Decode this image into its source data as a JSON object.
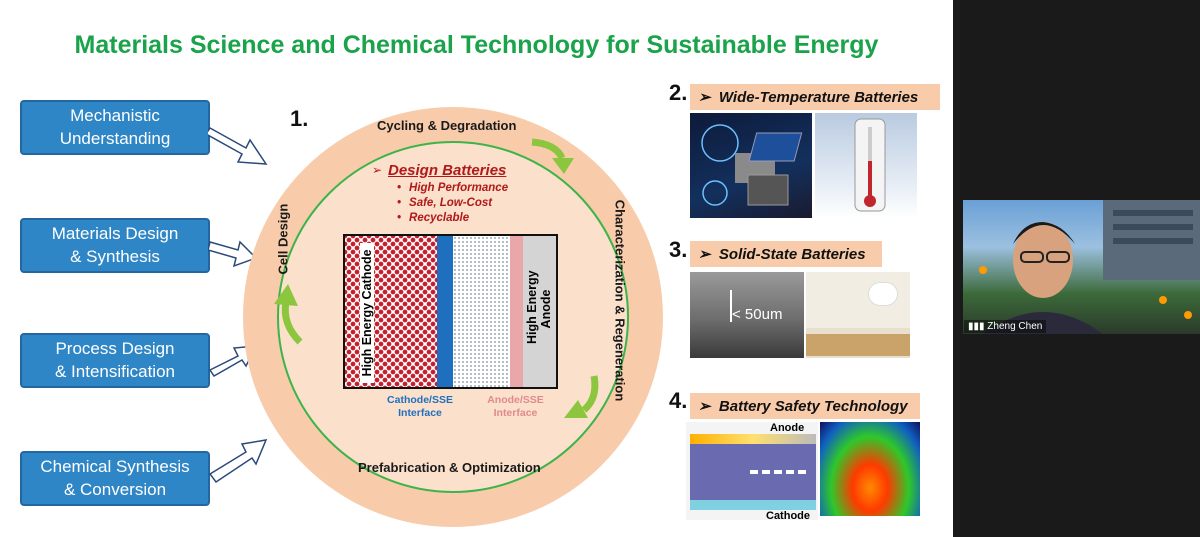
{
  "slide": {
    "title": "Materials Science and Chemical Technology for Sustainable Energy",
    "left_boxes": [
      {
        "line1": "Mechanistic",
        "line2": "Understanding"
      },
      {
        "line1": "Materials Design",
        "line2": "& Synthesis"
      },
      {
        "line1": "Process Design",
        "line2": "& Intensification"
      },
      {
        "line1": "Chemical Synthesis",
        "line2": "& Conversion"
      }
    ],
    "circle": {
      "number": "1.",
      "top_label": "Cycling & Degradation",
      "right_label": "Characterization & Regeneration",
      "bottom_label": "Prefabrication & Optimization",
      "left_label": "Cell Design",
      "design_title": "Design Batteries",
      "design_items": [
        "High Performance",
        "Safe, Low-Cost",
        "Recyclable"
      ],
      "cathode_label": "High Energy Cathode",
      "anode_label_1": "High Energy",
      "anode_label_2": "Anode",
      "cathode_interface_1": "Cathode/SSE",
      "cathode_interface_2": "Interface",
      "anode_interface_1": "Anode/SSE",
      "anode_interface_2": "Interface"
    },
    "right_sections": [
      {
        "number": "2.",
        "title": "Wide-Temperature Batteries"
      },
      {
        "number": "3.",
        "title": "Solid-State Batteries",
        "image_label": "< 50um"
      },
      {
        "number": "4.",
        "title": "Battery Safety Technology",
        "anode_label": "Anode",
        "cathode_label": "Cathode"
      }
    ]
  },
  "video": {
    "participant_name": "Zheng Chen"
  },
  "colors": {
    "title_green": "#1aa34a",
    "box_blue": "#2f86c6",
    "circle_peach": "#f8ccaa",
    "design_red": "#b01a1a",
    "interface_blue": "#1f6fbf",
    "interface_pink": "#e08a8d"
  }
}
